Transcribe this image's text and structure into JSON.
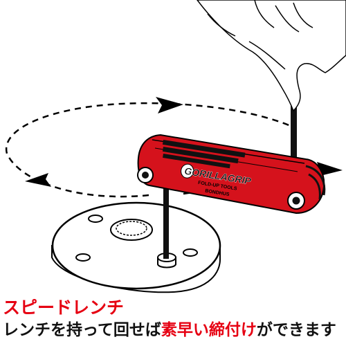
{
  "logo": {
    "brand": "GORILLAGRIP",
    "subtitle": "FOLD-UP TOOLS",
    "maker": "BONDHUS"
  },
  "caption": {
    "title": "スピードレンチ",
    "body_part1": "レンチを持って回せば",
    "body_highlight": "素早い締付け",
    "body_part2": "ができます"
  },
  "colors": {
    "tool_red": "#d5121c",
    "caption_red": "#e60012",
    "text_black": "#111111"
  }
}
